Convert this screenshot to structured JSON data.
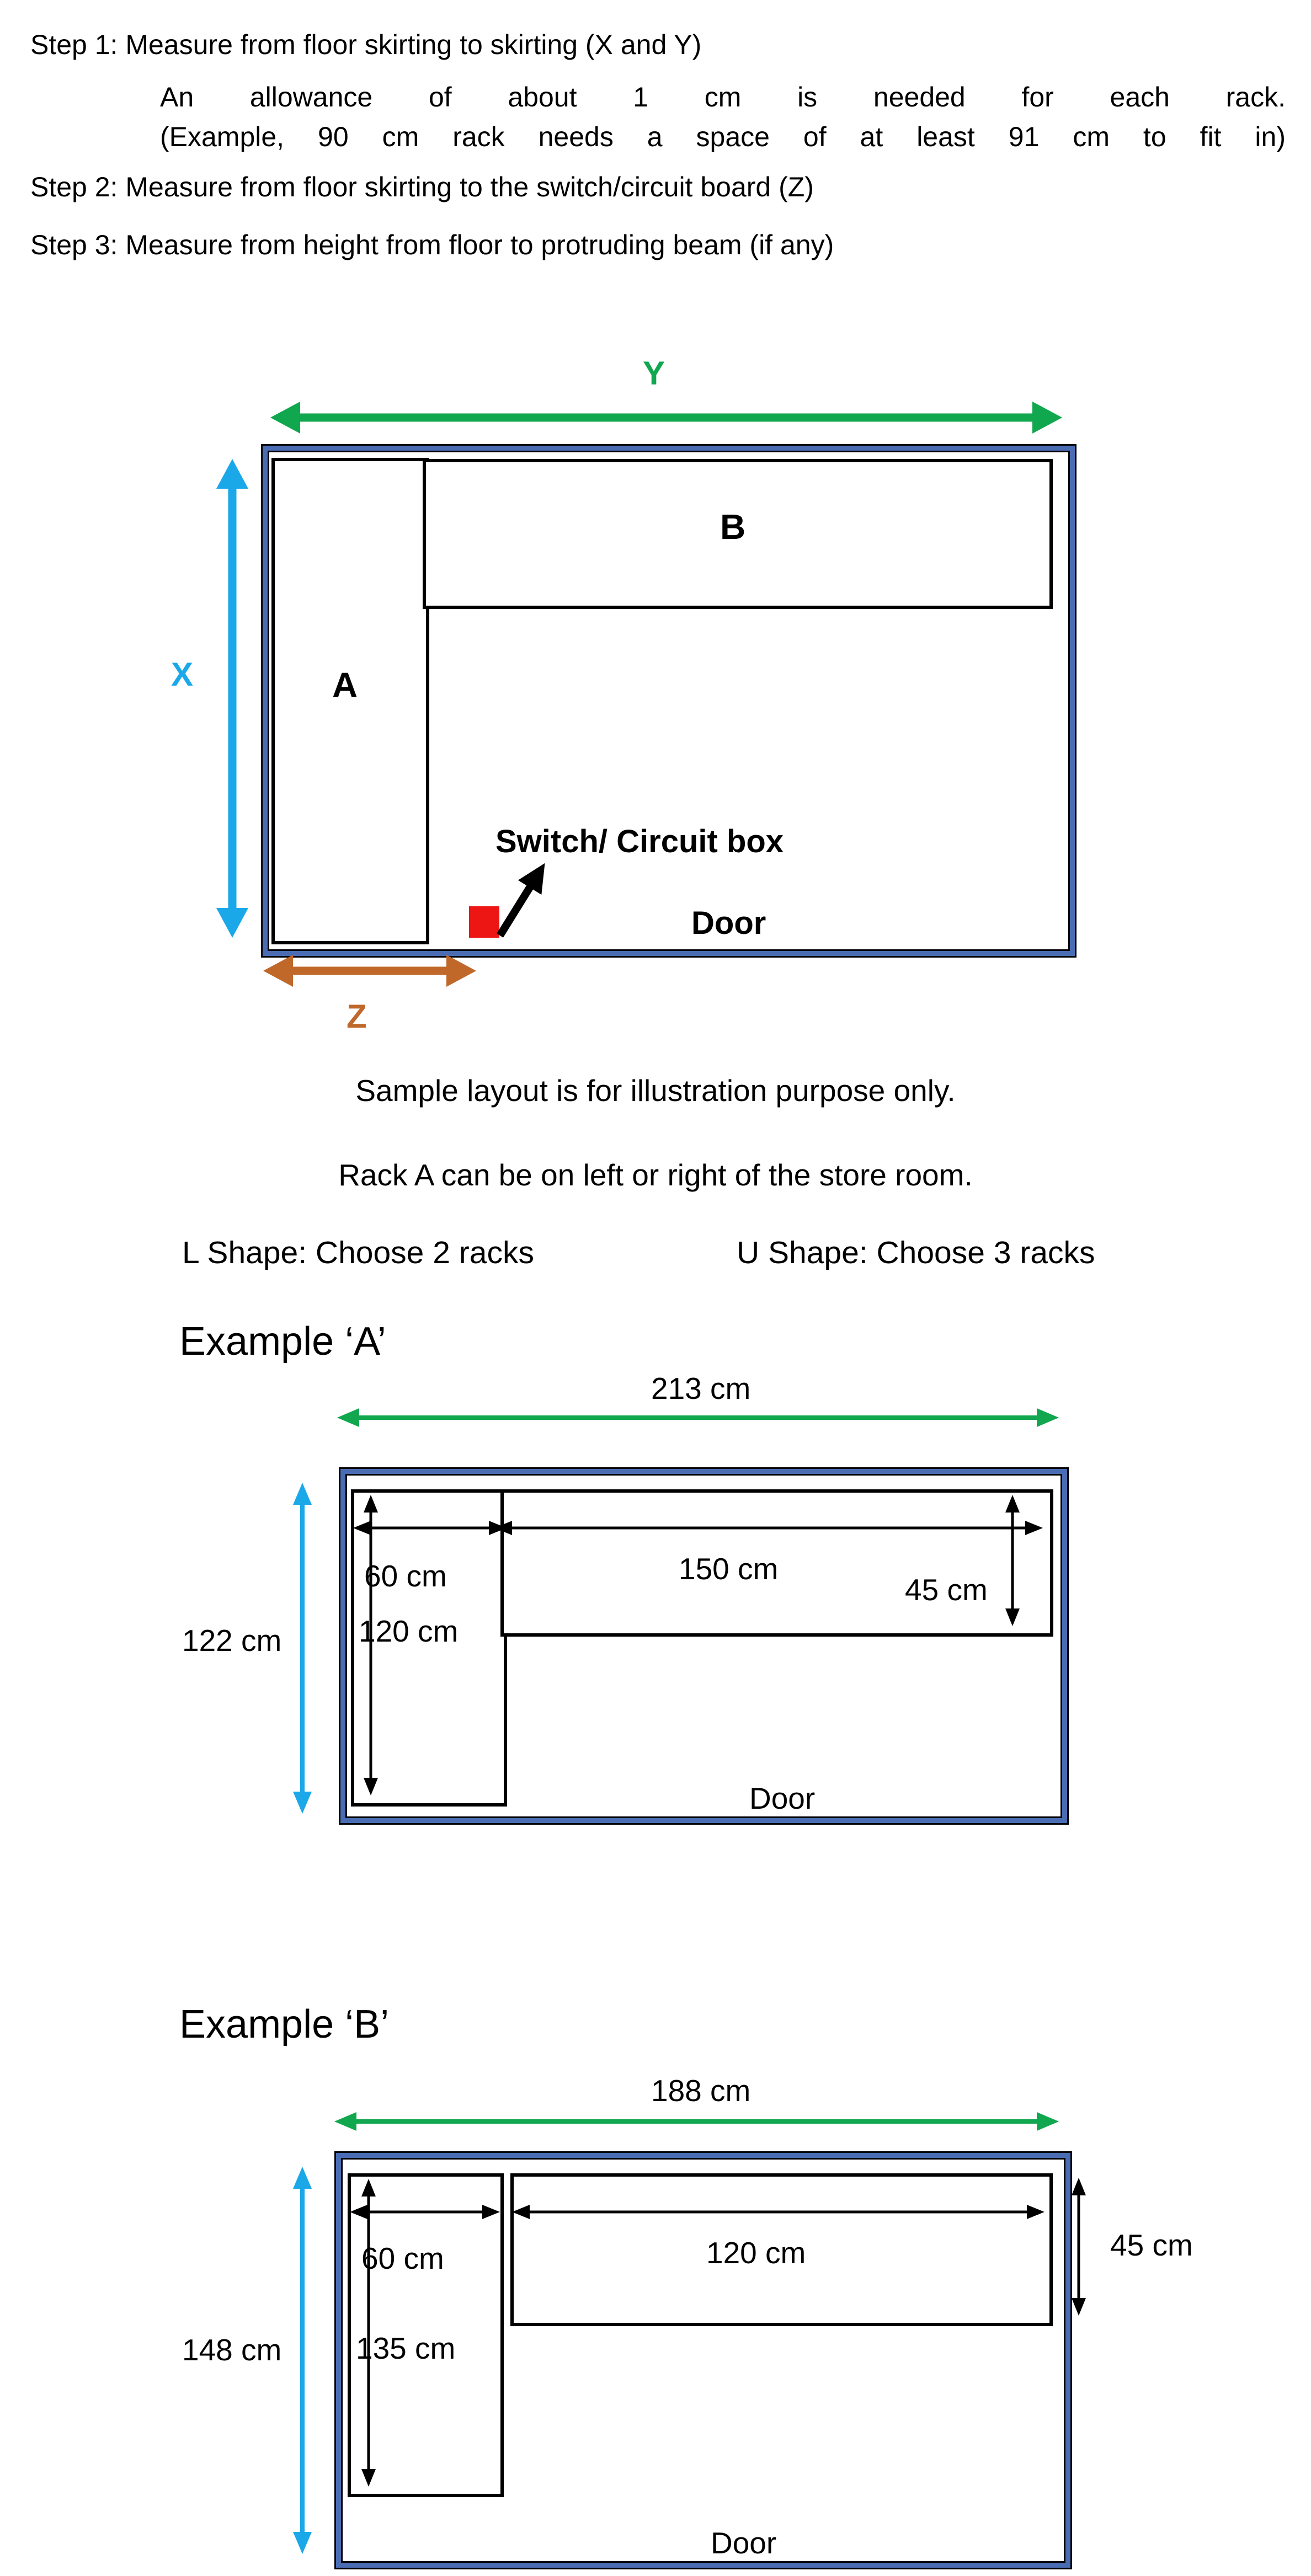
{
  "steps": {
    "step1": "Step 1: Measure from floor skirting to skirting (X and Y)",
    "allowance": "An allowance of about 1 cm is needed for each rack.",
    "example_note": "(Example, 90 cm rack needs a space of at least 91 cm to fit in)",
    "step2": "Step 2: Measure from floor skirting to the switch/circuit board (Z)",
    "step3": "Step 3: Measure from height from floor to protruding beam (if any)"
  },
  "main_diagram": {
    "y_label": "Y",
    "x_label": "X",
    "z_label": "Z",
    "rack_a_label": "A",
    "rack_b_label": "B",
    "switch_label": "Switch/ Circuit box",
    "door_label": "Door"
  },
  "notes": {
    "sample": "Sample layout is for illustration purpose only.",
    "rack_position": "Rack A can be on left or right of the store room."
  },
  "options": {
    "l_shape": "L Shape: Choose 2 racks",
    "u_shape": "U Shape: Choose 3 racks"
  },
  "example_a": {
    "title": "Example ‘A’",
    "room_width": "213 cm",
    "room_height": "122 cm",
    "rack_a_width": "60 cm",
    "rack_a_length": "120 cm",
    "rack_b_length": "150 cm",
    "rack_b_depth": "45 cm",
    "door_label": "Door"
  },
  "example_b": {
    "title": "Example ‘B’",
    "room_width": "188 cm",
    "room_height": "148 cm",
    "rack_a_width": "60 cm",
    "rack_a_length": "135 cm",
    "rack_b_length": "120 cm",
    "rack_b_depth": "45 cm",
    "door_label": "Door"
  },
  "colors": {
    "green": "#10a74e",
    "cyan": "#1aa8e8",
    "orange": "#c0682a",
    "red": "#ee1515",
    "wall_blue": "#4a6cb3"
  }
}
